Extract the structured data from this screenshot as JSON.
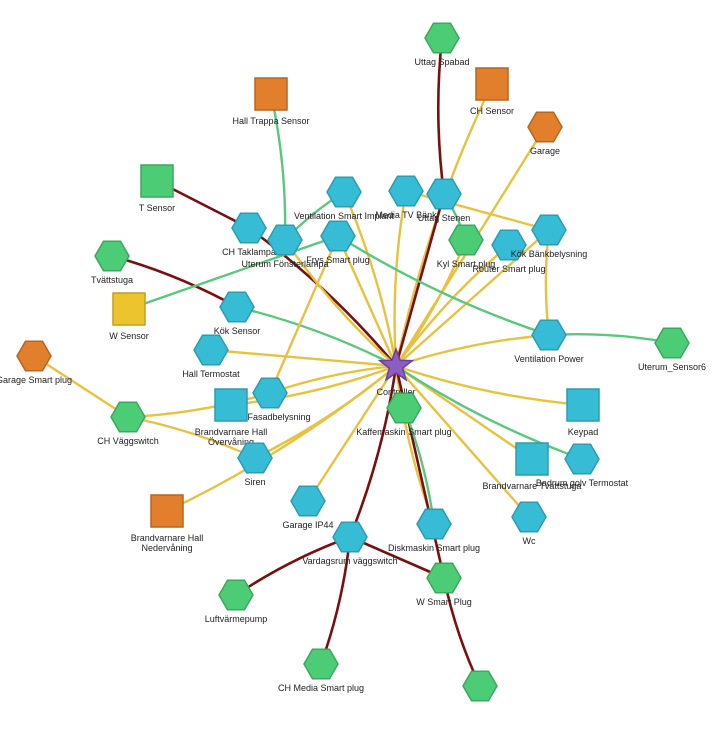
{
  "colors": {
    "zwave_router": "#36bcd4",
    "zwave_router_stroke": "#2a9db2",
    "battery": "#4ccd75",
    "battery_stroke": "#3aa85d",
    "unknown": "#e27f2c",
    "unknown_stroke": "#b8651f",
    "sensor_yellow": "#ecc42e",
    "sensor_yellow_stroke": "#c49f1c",
    "controller": "#8c5ec4",
    "controller_stroke": "#6a3f9f",
    "link_yellow": "#e8c23e",
    "link_green": "#59c87d",
    "link_red": "#7a0f10"
  },
  "nodes": [
    {
      "id": "controller",
      "label": "Controller",
      "shape": "star",
      "color": "controller"
    },
    {
      "id": "uttag_spabad",
      "label": "Uttag Spabad",
      "shape": "hex",
      "color": "battery"
    },
    {
      "id": "ch_sensor",
      "label": "CH Sensor",
      "shape": "square",
      "color": "unknown"
    },
    {
      "id": "hall_trappa_sensor",
      "label": "Hall Trappa Sensor",
      "shape": "square",
      "color": "unknown"
    },
    {
      "id": "garage",
      "label": "Garage",
      "shape": "hex",
      "color": "unknown"
    },
    {
      "id": "t_sensor",
      "label": "T Sensor",
      "shape": "square",
      "color": "battery"
    },
    {
      "id": "ventilation_smart_implant",
      "label": "Ventilation Smart Implant",
      "shape": "hex",
      "color": "zwave_router"
    },
    {
      "id": "media_tv_bank",
      "label": "Media TV Bänk",
      "shape": "hex",
      "color": "zwave_router"
    },
    {
      "id": "uttag_stenen",
      "label": "Uttag Stenen",
      "shape": "hex",
      "color": "zwave_router"
    },
    {
      "id": "ch_taklampa",
      "label": "CH Taklampa",
      "shape": "hex",
      "color": "zwave_router"
    },
    {
      "id": "uterum_fonsterlampa",
      "label": "Uterum Fönsterlampa",
      "shape": "hex",
      "color": "zwave_router"
    },
    {
      "id": "frys_smart_plug",
      "label": "Frys Smart plug",
      "shape": "hex",
      "color": "zwave_router"
    },
    {
      "id": "kyl_smart_plug",
      "label": "Kyl Smart plug",
      "shape": "hex",
      "color": "battery"
    },
    {
      "id": "router_smart_plug",
      "label": "Router Smart plug",
      "shape": "hex",
      "color": "zwave_router"
    },
    {
      "id": "kok_bankbelysning",
      "label": "Kök Bänkbelysning",
      "shape": "hex",
      "color": "zwave_router"
    },
    {
      "id": "tvattstuga",
      "label": "Tvättstuga",
      "shape": "hex",
      "color": "battery"
    },
    {
      "id": "w_sensor",
      "label": "W Sensor",
      "shape": "square",
      "color": "sensor_yellow"
    },
    {
      "id": "kok_sensor",
      "label": "Kök Sensor",
      "shape": "hex",
      "color": "zwave_router"
    },
    {
      "id": "ventilation_power",
      "label": "Ventilation Power",
      "shape": "hex",
      "color": "zwave_router"
    },
    {
      "id": "uterum_sensor6",
      "label": "Uterum_Sensor6",
      "shape": "hex",
      "color": "battery"
    },
    {
      "id": "garage_smart_plug",
      "label": "Garage Smart plug",
      "shape": "hex",
      "color": "unknown"
    },
    {
      "id": "hall_termostat",
      "label": "Hall Termostat",
      "shape": "hex",
      "color": "zwave_router"
    },
    {
      "id": "hall_fasadbelysning",
      "label": "Hall Fasadbelysning",
      "shape": "hex",
      "color": "zwave_router"
    },
    {
      "id": "brandvarnare_hall_overvaning",
      "label": "Brandvarnare Hall Övervåning",
      "shape": "square",
      "color": "zwave_router"
    },
    {
      "id": "ch_vaggswitch",
      "label": "CH Väggswitch",
      "shape": "hex",
      "color": "battery"
    },
    {
      "id": "kaffemaskin_smart_plug",
      "label": "Kaffemaskin Smart plug",
      "shape": "hex",
      "color": "battery"
    },
    {
      "id": "keypad",
      "label": "Keypad",
      "shape": "square",
      "color": "zwave_router"
    },
    {
      "id": "siren",
      "label": "Siren",
      "shape": "hex",
      "color": "zwave_router"
    },
    {
      "id": "brandvarnare_tvattstuga",
      "label": "Brandvarnare Tvättstuga",
      "shape": "square",
      "color": "zwave_router"
    },
    {
      "id": "badrum_golv_termostat",
      "label": "Badrum golv Termostat",
      "shape": "hex",
      "color": "zwave_router"
    },
    {
      "id": "brandvarnare_hall_nedervaning",
      "label": "Brandvarnare Hall Nedervåning",
      "shape": "square",
      "color": "unknown"
    },
    {
      "id": "garage_ip44",
      "label": "Garage IP44",
      "shape": "hex",
      "color": "zwave_router"
    },
    {
      "id": "wc",
      "label": "Wc",
      "shape": "hex",
      "color": "zwave_router"
    },
    {
      "id": "diskmaskin_smart_plug",
      "label": "Diskmaskin Smart plug",
      "shape": "hex",
      "color": "zwave_router"
    },
    {
      "id": "vardagsrum_vaggswitch",
      "label": "Vardagsrum väggswitch",
      "shape": "hex",
      "color": "zwave_router"
    },
    {
      "id": "w_smart_plug",
      "label": "W Smart Plug",
      "shape": "hex",
      "color": "battery"
    },
    {
      "id": "luftvarmepump",
      "label": "Luftvärmepump",
      "shape": "hex",
      "color": "battery"
    },
    {
      "id": "ch_media_smart_plug",
      "label": "CH Media Smart plug",
      "shape": "hex",
      "color": "battery"
    },
    {
      "id": "unnamed_bottom",
      "label": "",
      "shape": "hex",
      "color": "battery"
    }
  ],
  "links": [
    {
      "source": "controller",
      "target": "ch_sensor",
      "color": "link_yellow"
    },
    {
      "source": "controller",
      "target": "garage",
      "color": "link_yellow"
    },
    {
      "source": "controller",
      "target": "ventilation_smart_implant",
      "color": "link_yellow"
    },
    {
      "source": "controller",
      "target": "media_tv_bank",
      "color": "link_yellow"
    },
    {
      "source": "controller",
      "target": "uttag_stenen",
      "color": "link_red"
    },
    {
      "source": "controller",
      "target": "ch_taklampa",
      "color": "link_red"
    },
    {
      "source": "controller",
      "target": "uterum_fonsterlampa",
      "color": "link_yellow"
    },
    {
      "source": "controller",
      "target": "frys_smart_plug",
      "color": "link_yellow"
    },
    {
      "source": "controller",
      "target": "kyl_smart_plug",
      "color": "link_yellow"
    },
    {
      "source": "controller",
      "target": "router_smart_plug",
      "color": "link_yellow"
    },
    {
      "source": "controller",
      "target": "kok_bankbelysning",
      "color": "link_yellow"
    },
    {
      "source": "controller",
      "target": "kok_sensor",
      "color": "link_green"
    },
    {
      "source": "controller",
      "target": "ventilation_power",
      "color": "link_yellow"
    },
    {
      "source": "controller",
      "target": "hall_termostat",
      "color": "link_yellow"
    },
    {
      "source": "controller",
      "target": "hall_fasadbelysning",
      "color": "link_yellow"
    },
    {
      "source": "controller",
      "target": "brandvarnare_hall_overvaning",
      "color": "link_yellow"
    },
    {
      "source": "controller",
      "target": "kaffemaskin_smart_plug",
      "color": "link_yellow"
    },
    {
      "source": "controller",
      "target": "keypad",
      "color": "link_yellow"
    },
    {
      "source": "controller",
      "target": "siren",
      "color": "link_yellow"
    },
    {
      "source": "controller",
      "target": "brandvarnare_tvattstuga",
      "color": "link_yellow"
    },
    {
      "source": "controller",
      "target": "badrum_golv_termostat",
      "color": "link_green"
    },
    {
      "source": "controller",
      "target": "brandvarnare_hall_nedervaning",
      "color": "link_yellow"
    },
    {
      "source": "controller",
      "target": "wc",
      "color": "link_yellow"
    },
    {
      "source": "controller",
      "target": "diskmaskin_smart_plug",
      "color": "link_yellow"
    },
    {
      "source": "controller",
      "target": "vardagsrum_vaggswitch",
      "color": "link_red"
    },
    {
      "source": "controller",
      "target": "w_smart_plug",
      "color": "link_red"
    },
    {
      "source": "uttag_spabad",
      "target": "uttag_stenen",
      "color": "link_red"
    },
    {
      "source": "hall_trappa_sensor",
      "target": "uterum_fonsterlampa",
      "color": "link_green"
    },
    {
      "source": "t_sensor",
      "target": "ch_taklampa",
      "color": "link_red"
    },
    {
      "source": "ventilation_smart_implant",
      "target": "uterum_fonsterlampa",
      "color": "link_green"
    },
    {
      "source": "tvattstuga",
      "target": "kok_sensor",
      "color": "link_red"
    },
    {
      "source": "w_sensor",
      "target": "frys_smart_plug",
      "color": "link_green"
    },
    {
      "source": "frys_smart_plug",
      "target": "ventilation_power",
      "color": "link_green"
    },
    {
      "source": "uttag_stenen",
      "target": "kyl_smart_plug",
      "color": "link_green"
    },
    {
      "source": "media_tv_bank",
      "target": "kok_bankbelysning",
      "color": "link_yellow"
    },
    {
      "source": "kok_bankbelysning",
      "target": "ventilation_power",
      "color": "link_yellow"
    },
    {
      "source": "ventilation_power",
      "target": "uterum_sensor6",
      "color": "link_green"
    },
    {
      "source": "garage_smart_plug",
      "target": "ch_vaggswitch",
      "color": "link_yellow"
    },
    {
      "source": "ch_vaggswitch",
      "target": "hall_fasadbelysning",
      "color": "link_yellow"
    },
    {
      "source": "ch_vaggswitch",
      "target": "siren",
      "color": "link_yellow"
    },
    {
      "source": "hall_fasadbelysning",
      "target": "frys_smart_plug",
      "color": "link_yellow"
    },
    {
      "source": "siren",
      "target": "controller",
      "color": "link_yellow"
    },
    {
      "source": "kaffemaskin_smart_plug",
      "target": "diskmaskin_smart_plug",
      "color": "link_green"
    },
    {
      "source": "garage_ip44",
      "target": "controller",
      "color": "link_yellow"
    },
    {
      "source": "vardagsrum_vaggswitch",
      "target": "luftvarmepump",
      "color": "link_red"
    },
    {
      "source": "vardagsrum_vaggswitch",
      "target": "ch_media_smart_plug",
      "color": "link_red"
    },
    {
      "source": "vardagsrum_vaggswitch",
      "target": "w_smart_plug",
      "color": "link_red"
    },
    {
      "source": "w_smart_plug",
      "target": "unnamed_bottom",
      "color": "link_red"
    }
  ]
}
